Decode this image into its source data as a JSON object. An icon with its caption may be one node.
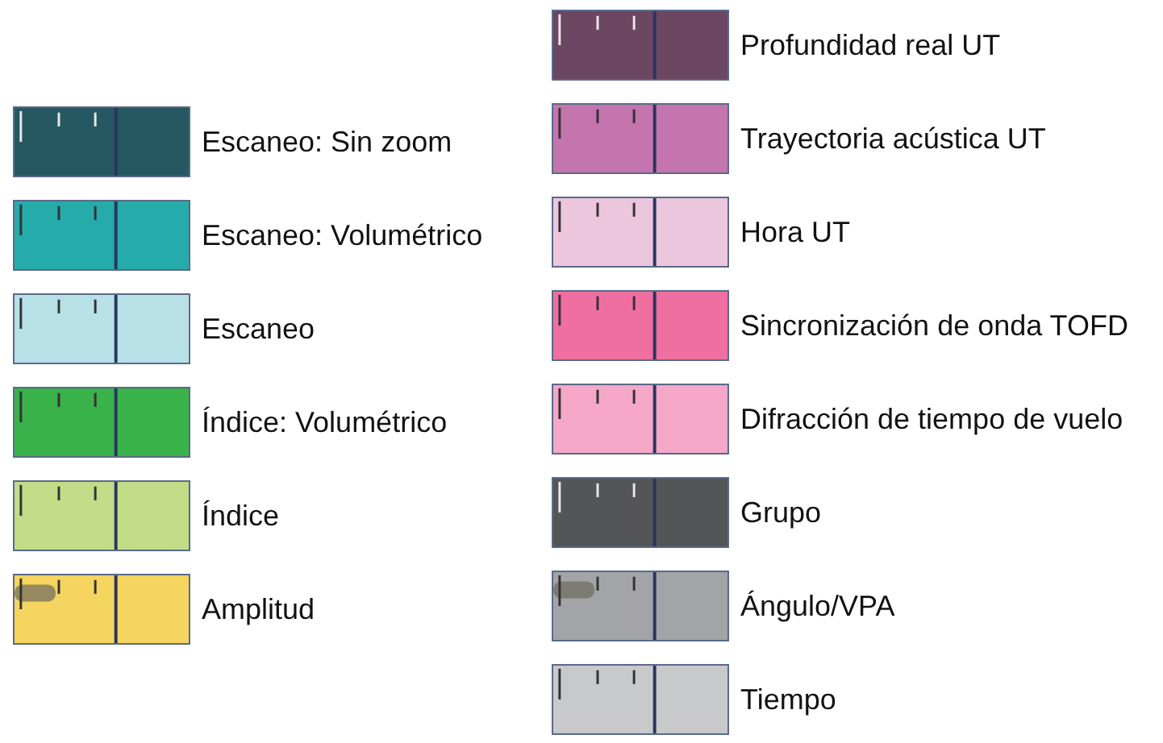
{
  "diagram": {
    "legend": [
      {
        "text": "Escaneo: Sin zoom",
        "color": "#265862"
      },
      {
        "text": "Escaneo: Volumétrico",
        "color": "#24abaa"
      },
      {
        "text": "Escaneo",
        "color": "#b7e1e7"
      },
      {
        "text": "Índice: Volumétrico",
        "color": "#38b249"
      },
      {
        "text": "Índice",
        "color": "#c2dc87"
      },
      {
        "text": "Amplitud",
        "color": "#f5d45f"
      },
      {
        "text": "Profundidad real UT",
        "color": "#6b4762"
      },
      {
        "text": "Trayectoria acústica UT",
        "color": "#c575ad"
      },
      {
        "text": "Hora UT",
        "color": "#ecc6dd"
      },
      {
        "text": "Sincronización de onda TOFD",
        "color": "#ef6fa0"
      },
      {
        "text": "Difracción de tiempo de vuelo",
        "color": "#f4a7c6"
      },
      {
        "text": "Grupo",
        "color": "#545557"
      },
      {
        "text": "Ángulo/VPA",
        "color": "#a3a4a7"
      },
      {
        "text": "Tiempo",
        "color": "#c8c9cb"
      }
    ]
  }
}
